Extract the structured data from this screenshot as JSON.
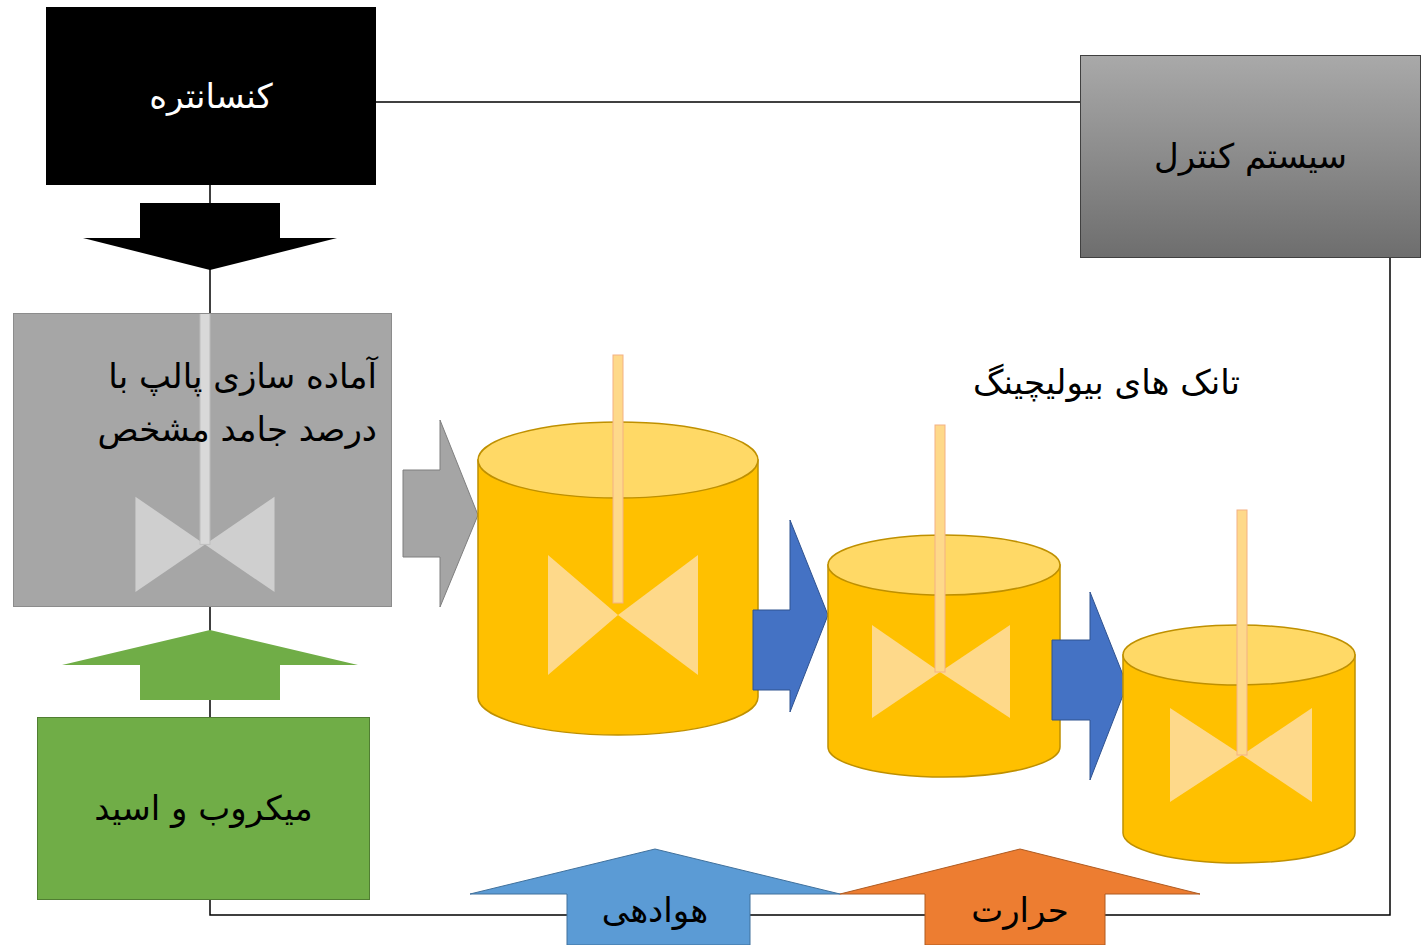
{
  "diagram": {
    "nodes": [
      {
        "text": [
          "کنسانتره"
        ]
      },
      {
        "text": [
          "سیستم کنترل"
        ]
      },
      {
        "text": [
          "آماده سازی پالپ با درصد جامد مشخص"
        ]
      },
      {
        "text": [
          "میکروب و اسید"
        ]
      },
      {
        "text": [
          "هوادهی"
        ]
      },
      {
        "text": [
          "حرارت"
        ]
      }
    ],
    "edges": [
      {
        "from": 0,
        "to": 2,
        "arrow": "to"
      },
      {
        "from": 3,
        "to": 2,
        "arrow": "to"
      },
      {
        "from": 1,
        "to": 0,
        "arrow": "none"
      },
      {
        "from": 1,
        "to": 3,
        "arrow": "none"
      }
    ],
    "labels": [
      "تانک های بیولیچینگ"
    ]
  }
}
